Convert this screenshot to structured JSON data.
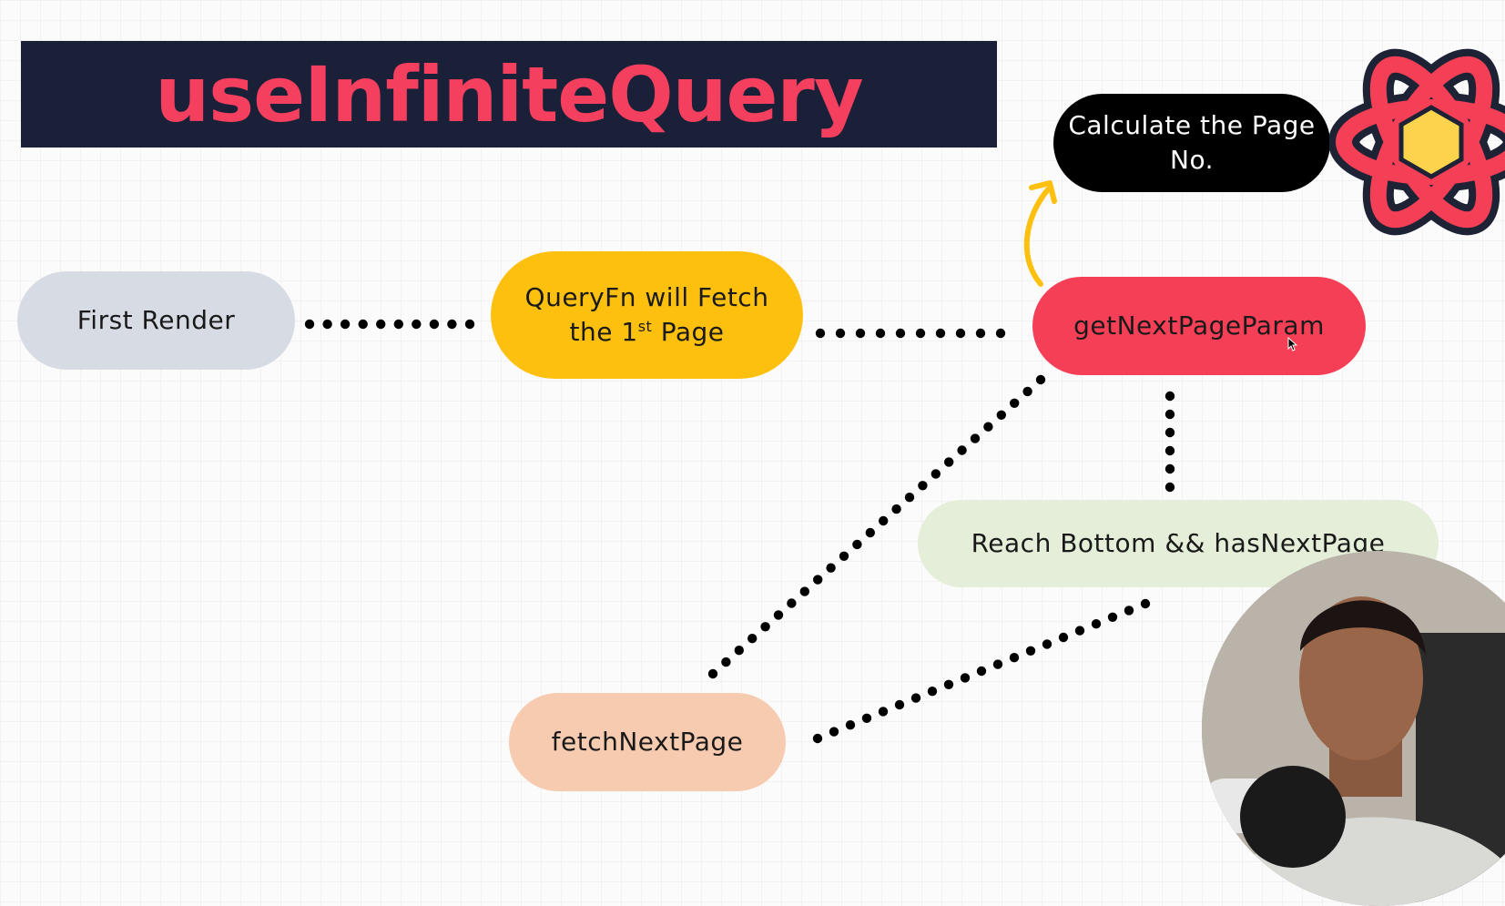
{
  "title": "useInfiniteQuery",
  "nodes": {
    "first_render": "First Render",
    "query_fn_line1": "QueryFn will Fetch",
    "query_fn_line2_pre": "the 1",
    "query_fn_line2_sup": "st",
    "query_fn_line2_post": " Page",
    "get_next_page_param": "getNextPageParam",
    "calculate_line1": "Calculate the Page",
    "calculate_line2": "No.",
    "reach_bottom": "Reach Bottom && hasNextPage",
    "fetch_next_page": "fetchNextPage"
  },
  "colors": {
    "title_bg": "#1a2038",
    "title_text": "#f43f5e",
    "first_render": "#d6dbe4",
    "query_fn": "#fdc00f",
    "get_next_page_param": "#f43f56",
    "calculate": "#000000",
    "reach_bottom": "#e4eed8",
    "fetch_next_page": "#f7cbb0",
    "arrow": "#fdc00f",
    "dots": "#000000"
  },
  "icons": {
    "logo": "react-logo-icon",
    "cursor": "mouse-pointer-icon"
  }
}
